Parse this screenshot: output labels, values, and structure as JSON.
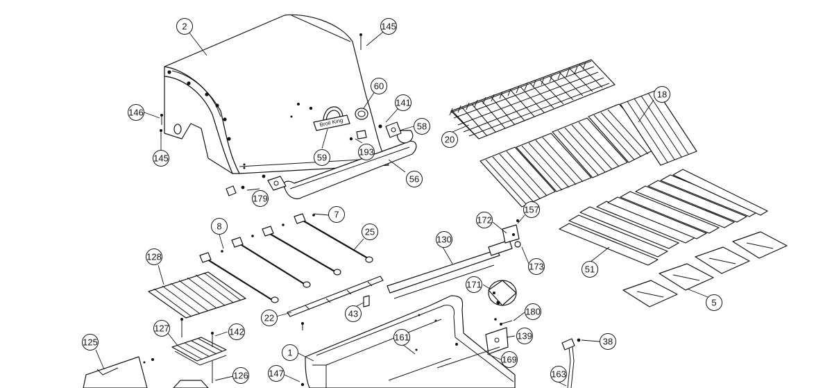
{
  "callouts": {
    "c2": "2",
    "c145a": "145",
    "c60": "60",
    "c146": "146",
    "c145b": "145",
    "c141": "141",
    "c58": "58",
    "c193": "193",
    "c59": "59",
    "c56": "56",
    "c179": "179",
    "c20": "20",
    "c18": "18",
    "c7": "7",
    "c8": "8",
    "c25": "25",
    "c172": "172",
    "c157": "157",
    "c130": "130",
    "c173": "173",
    "c51": "51",
    "c128": "128",
    "c171": "171",
    "c43": "43",
    "c22": "22",
    "c180": "180",
    "c5": "5",
    "c127": "127",
    "c142": "142",
    "c139": "139",
    "c38": "38",
    "c125": "125",
    "c1": "1",
    "c161": "161",
    "c169": "169",
    "c147": "147",
    "c126": "126",
    "c163": "163"
  },
  "lid_logo_text": "Broil King",
  "colors": {
    "line": "#111111",
    "background": "#ffffff"
  }
}
